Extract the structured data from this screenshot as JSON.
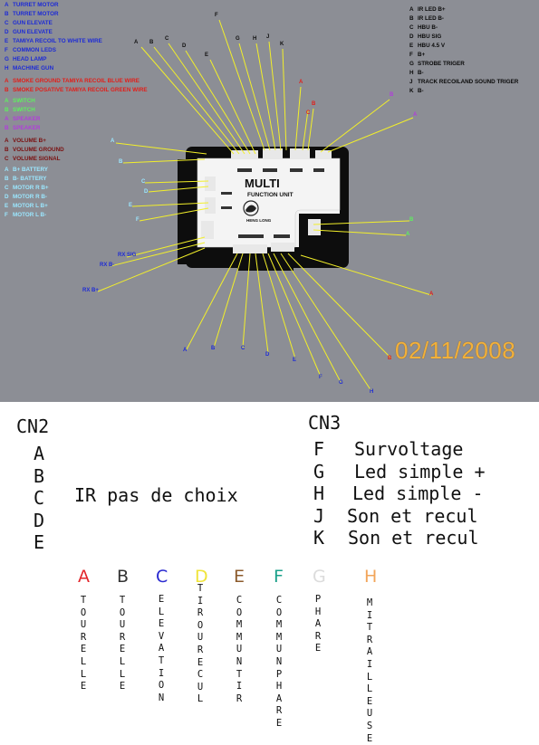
{
  "left_legend": [
    {
      "k": "A",
      "t": "TURRET MOTOR",
      "color": "#1d2bd6"
    },
    {
      "k": "B",
      "t": "TURRET MOTOR",
      "color": "#1d2bd6"
    },
    {
      "k": "C",
      "t": "GUN ELEVATE",
      "color": "#1d2bd6"
    },
    {
      "k": "D",
      "t": "GUN ELEVATE",
      "color": "#1d2bd6"
    },
    {
      "k": "E",
      "t": "TAMIYA RECOIL TO WHITE WIRE",
      "color": "#1d2bd6"
    },
    {
      "k": "F",
      "t": "COMMON LEDS",
      "color": "#1d2bd6"
    },
    {
      "k": "G",
      "t": "HEAD LAMP",
      "color": "#1d2bd6"
    },
    {
      "k": "H",
      "t": "MACHINE GUN",
      "color": "#1d2bd6"
    },
    {
      "k": "A",
      "t": "SMOKE GROUND TAMIYA RECOIL BLUE WIRE",
      "color": "#e0201b"
    },
    {
      "k": "B",
      "t": "SMOKE POSATIVE TAMIYA RECOIL GREEN WIRE",
      "color": "#e0201b"
    },
    {
      "k": "A",
      "t": "SWITCH",
      "color": "#5ef05e"
    },
    {
      "k": "B",
      "t": "SWITCH",
      "color": "#5ef05e"
    },
    {
      "k": "A",
      "t": "SPEAKER",
      "color": "#b23ddb"
    },
    {
      "k": "B",
      "t": "SPEAKER",
      "color": "#b23ddb"
    },
    {
      "k": "A",
      "t": "VOLUME B+",
      "color": "#7a1010"
    },
    {
      "k": "B",
      "t": "VOLUME GROUND",
      "color": "#7a1010"
    },
    {
      "k": "C",
      "t": "VOLUME SIGNAL",
      "color": "#7a1010"
    },
    {
      "k": "A",
      "t": "B+ BATTERY",
      "color": "#9be7ff"
    },
    {
      "k": "B",
      "t": "B- BATTERY",
      "color": "#9be7ff"
    },
    {
      "k": "C",
      "t": "MOTOR R B+",
      "color": "#9be7ff"
    },
    {
      "k": "D",
      "t": "MOTOR R B-",
      "color": "#9be7ff"
    },
    {
      "k": "E",
      "t": "MOTOR L B+",
      "color": "#9be7ff"
    },
    {
      "k": "F",
      "t": "MOTOR L B-",
      "color": "#9be7ff"
    }
  ],
  "right_legend": [
    {
      "k": "A",
      "t": "IR LED B+"
    },
    {
      "k": "B",
      "t": "IR LED B-"
    },
    {
      "k": "C",
      "t": "HBU B-"
    },
    {
      "k": "D",
      "t": "HBU SIG"
    },
    {
      "k": "E",
      "t": "HBU 4.5 V"
    },
    {
      "k": "F",
      "t": "B+"
    },
    {
      "k": "G",
      "t": "STROBE TRIGER"
    },
    {
      "k": "H",
      "t": "B-"
    },
    {
      "k": "J",
      "t": "TRACK RECOILAND SOUND TRIGER"
    },
    {
      "k": "K",
      "t": "B-"
    }
  ],
  "board": {
    "title": "MULTI",
    "subtitle": "FUNCTION UNIT",
    "brand": "HENG LONG"
  },
  "pin_labels": {
    "top": [
      "A",
      "B",
      "C",
      "D",
      "E",
      "F",
      "G",
      "H",
      "J",
      "K"
    ],
    "top_red": [
      "A",
      "B",
      "C"
    ],
    "top_right": [
      "B",
      "A"
    ],
    "left_side": [
      "A",
      "B",
      "C",
      "D",
      "E",
      "F"
    ],
    "right_side": [
      "B",
      "A"
    ],
    "rx": [
      "RX SIG",
      "RX B-",
      "RX B+"
    ],
    "bottom": [
      "A",
      "B",
      "C",
      "D",
      "E",
      "F",
      "G",
      "H"
    ],
    "bottom_red": [
      "A",
      "B"
    ]
  },
  "date": "02/11/2008",
  "cn2": {
    "title": "CN2",
    "letters": [
      "A",
      "B",
      "C",
      "D",
      "E"
    ],
    "desc": "IR pas de choix"
  },
  "cn3": {
    "title": "CN3",
    "rows": [
      {
        "k": "F",
        "t": "Survoltage"
      },
      {
        "k": "G",
        "t": "Led simple +"
      },
      {
        "k": "H",
        "t": "Led simple -"
      },
      {
        "k": "J",
        "t": "Son et recul"
      },
      {
        "k": "K",
        "t": "Son et recul"
      }
    ]
  },
  "bottom_columns": [
    {
      "letter": "A",
      "color": "#e3262b",
      "text": "TOURELLE"
    },
    {
      "letter": "B",
      "color": "#333333",
      "text": "TOURELLE"
    },
    {
      "letter": "C",
      "color": "#2a2ad0",
      "text": "ELEVATION"
    },
    {
      "letter": "D",
      "color": "#f0e43a",
      "text": "TIR OU RECUL"
    },
    {
      "letter": "E",
      "color": "#8b5a2b",
      "text": "COMMUN TIR"
    },
    {
      "letter": "F",
      "color": "#1aa08a",
      "text": "COMMUN PHARE"
    },
    {
      "letter": "G",
      "color": "#dcdcdc",
      "text": "PHARE"
    },
    {
      "letter": "H",
      "color": "#f2a55a",
      "text": "MITRAILLEUSE"
    }
  ]
}
